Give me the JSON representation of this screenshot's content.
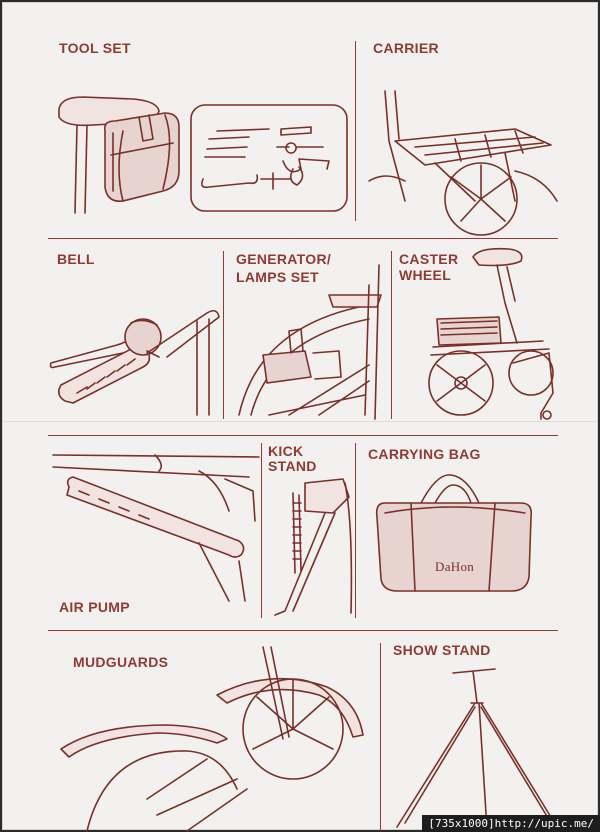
{
  "labels": {
    "tool_set": "TOOL SET",
    "carrier": "CARRIER",
    "bell": "BELL",
    "generator_line1": "GENERATOR/",
    "generator_line2": "LAMPS SET",
    "caster_line1": "CASTER",
    "caster_line2": "WHEEL",
    "kick_line1": "KICK",
    "kick_line2": "STAND",
    "carrying_bag": "CARRYING BAG",
    "air_pump": "AIR PUMP",
    "mudguards": "MUDGUARDS",
    "show_stand": "SHOW STAND"
  },
  "bag_brand": "DaHon",
  "caption": "[735x1000]http://upic.me/",
  "colors": {
    "ink": "#8f3b33",
    "paper": "#f3f1ef"
  }
}
